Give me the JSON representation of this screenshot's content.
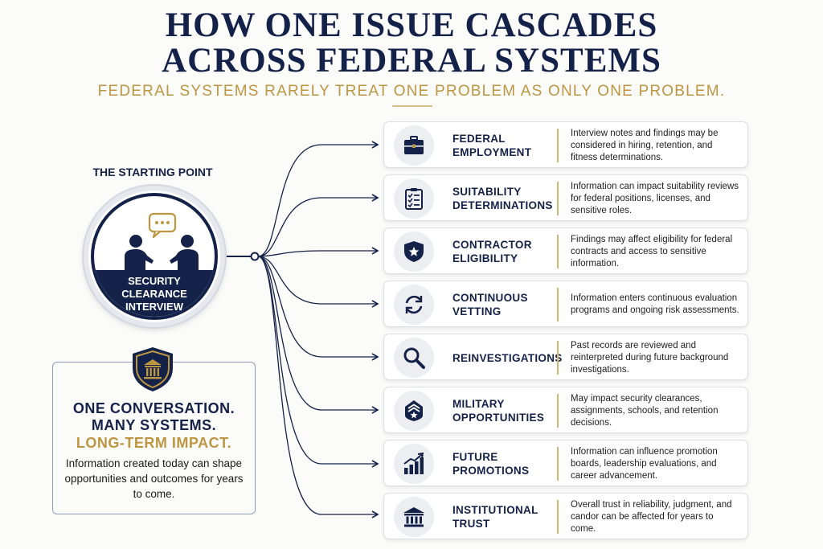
{
  "header": {
    "title_line1": "HOW ONE ISSUE CASCADES",
    "title_line2": "ACROSS FEDERAL SYSTEMS",
    "subtitle": "FEDERAL SYSTEMS RARELY TREAT ONE PROBLEM AS ONLY ONE PROBLEM."
  },
  "start": {
    "label": "THE STARTING POINT",
    "line1": "SECURITY",
    "line2": "CLEARANCE",
    "line3": "INTERVIEW"
  },
  "summary": {
    "line1": "ONE CONVERSATION.",
    "line2": "MANY SYSTEMS.",
    "line3": "LONG-TERM IMPACT.",
    "body": "Information created today can shape opportunities and outcomes for years to come."
  },
  "colors": {
    "navy": "#14224a",
    "gold": "#bd9642"
  },
  "cards": [
    {
      "icon": "briefcase-icon",
      "title": "FEDERAL EMPLOYMENT",
      "desc": "Interview notes and findings may be considered in hiring, retention, and fitness determinations."
    },
    {
      "icon": "checklist-icon",
      "title": "SUITABILITY DETERMINATIONS",
      "desc": "Information can impact suitability reviews for federal positions, licenses, and sensitive roles."
    },
    {
      "icon": "shield-star-icon",
      "title": "CONTRACTOR ELIGIBILITY",
      "desc": "Findings may affect eligibility for federal contracts and access to sensitive information."
    },
    {
      "icon": "refresh-icon",
      "title": "CONTINUOUS VETTING",
      "desc": "Information enters continuous evaluation programs and ongoing risk assessments."
    },
    {
      "icon": "magnifier-icon",
      "title": "REINVESTIGATIONS",
      "desc": "Past records are reviewed and reinterpreted during future background investigations."
    },
    {
      "icon": "military-rank-icon",
      "title": "MILITARY OPPORTUNITIES",
      "desc": "May impact security clearances, assignments, schools, and retention decisions."
    },
    {
      "icon": "growth-chart-icon",
      "title": "FUTURE PROMOTIONS",
      "desc": "Information can influence promotion boards, leadership evaluations, and career advancement."
    },
    {
      "icon": "institution-icon",
      "title": "INSTITUTIONAL TRUST",
      "desc": "Overall trust in reliability, judgment, and candor can be affected for years to come."
    }
  ]
}
